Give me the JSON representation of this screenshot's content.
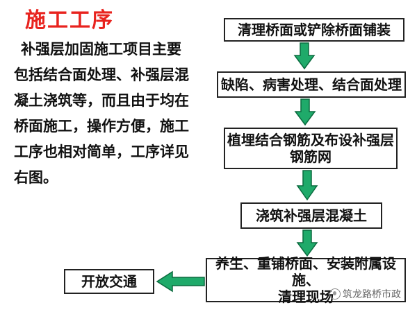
{
  "title": "施工工序",
  "intro_lines": [
    "补强层加固施工项目主要",
    "包括结合面处理、补强层混",
    "凝土浇筑等，而且由于均在",
    "桥面施工，操作方便，施工",
    "工序也相对简单，工序详见",
    "右图。"
  ],
  "steps": [
    {
      "lines": [
        "清理桥面或铲除桥面铺装"
      ]
    },
    {
      "lines": [
        "缺陷、病害处理、结合面处理"
      ]
    },
    {
      "lines": [
        "植埋结合钢筋及布设补强层",
        "钢筋网"
      ]
    },
    {
      "lines": [
        "浇筑补强层混凝土"
      ]
    },
    {
      "lines": [
        "养生、重铺桥面、安装附属设施、",
        "清理现场"
      ]
    },
    {
      "lines": [
        "开放交通"
      ]
    }
  ],
  "watermark": "筑龙路桥市政",
  "colors": {
    "title": "#e8231e",
    "arrow": "#1faa6a",
    "arrow_outline": "#0b6b3f"
  }
}
